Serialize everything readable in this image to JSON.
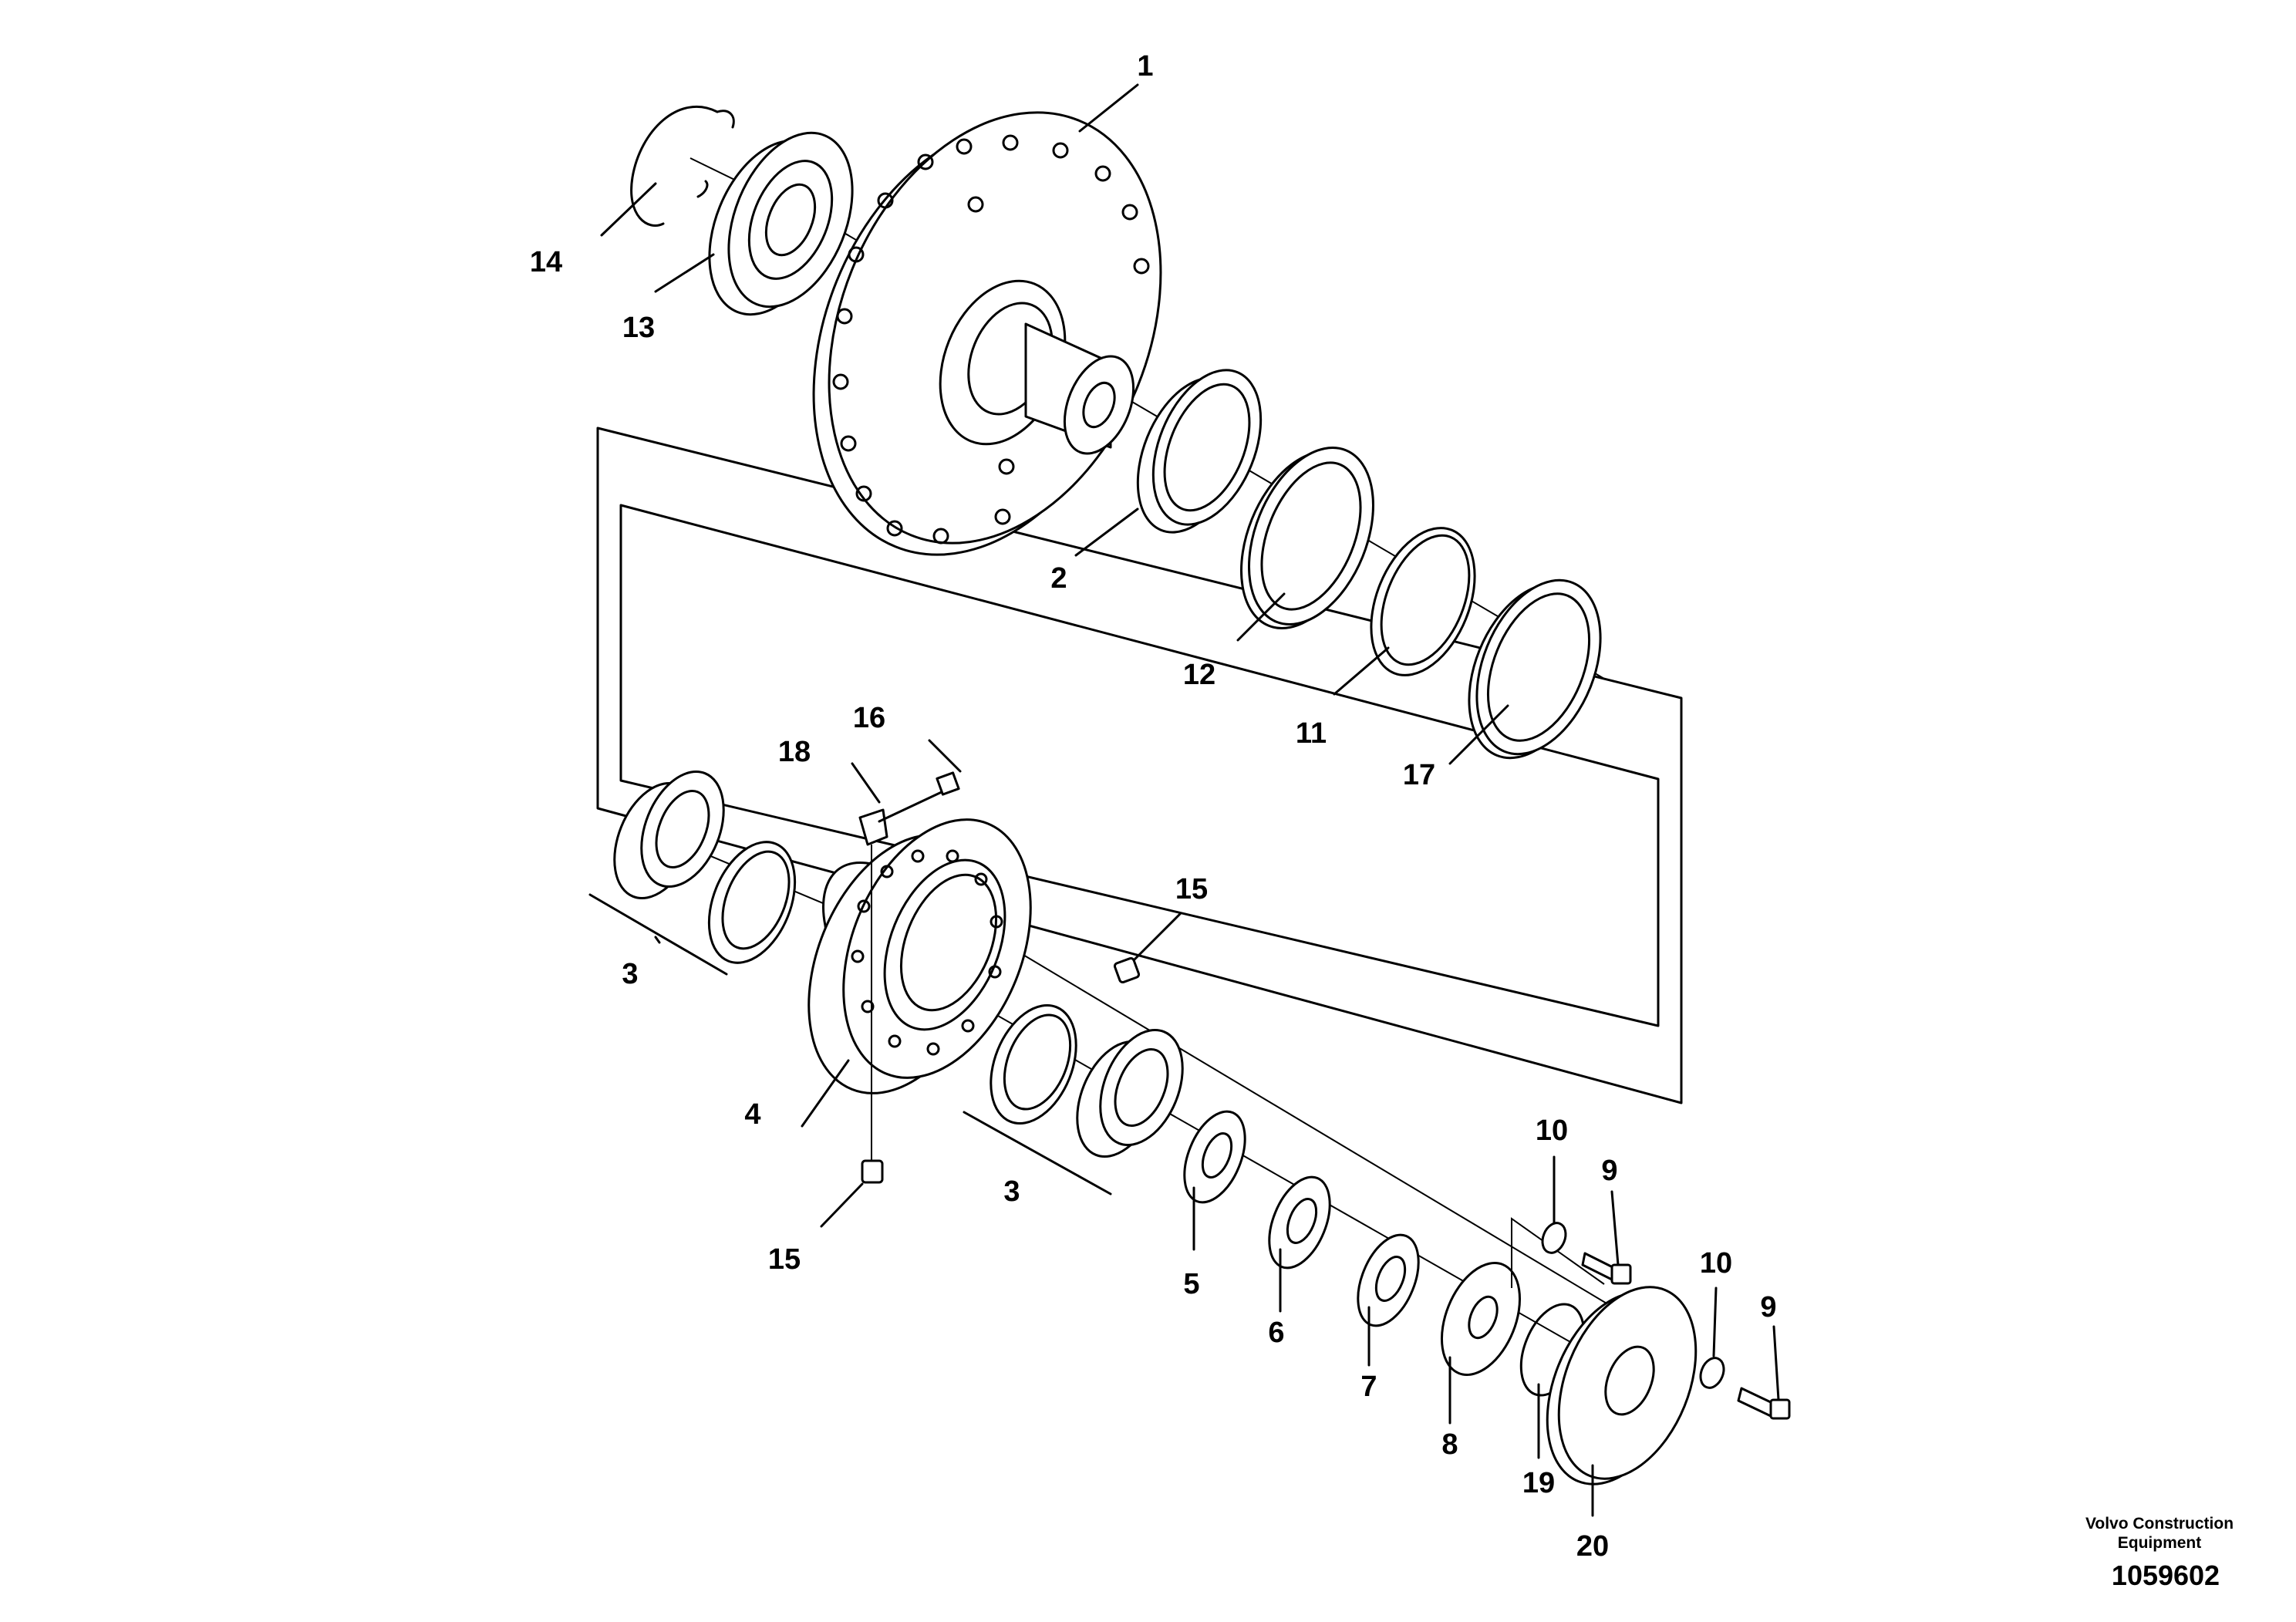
{
  "diagram": {
    "callouts": [
      "1",
      "2",
      "3",
      "4",
      "5",
      "6",
      "7",
      "8",
      "9",
      "10",
      "11",
      "12",
      "13",
      "14",
      "15",
      "16",
      "17",
      "18",
      "19",
      "20"
    ],
    "labels": {
      "l1": "1",
      "l2": "2",
      "l3a": "3",
      "l3b": "3",
      "l4": "4",
      "l5": "5",
      "l6": "6",
      "l7": "7",
      "l8": "8",
      "l9a": "9",
      "l9b": "9",
      "l10a": "10",
      "l10b": "10",
      "l11": "11",
      "l12": "12",
      "l13": "13",
      "l14": "14",
      "l15a": "15",
      "l15b": "15",
      "l16": "16",
      "l17": "17",
      "l18": "18",
      "l19": "19",
      "l20": "20"
    }
  },
  "footer": {
    "brand_line1": "Volvo Construction",
    "brand_line2": "Equipment",
    "document_number": "1059602"
  }
}
